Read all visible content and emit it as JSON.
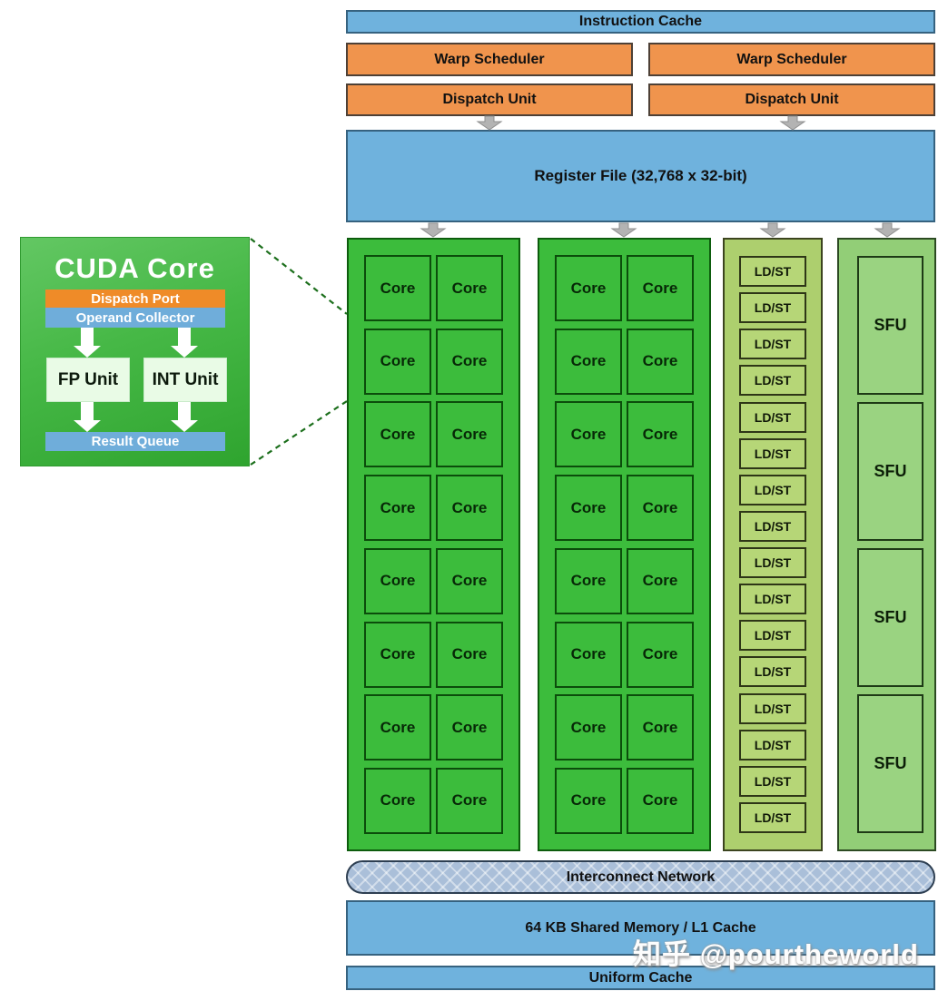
{
  "sm_diagram": {
    "instruction_cache": "Instruction Cache",
    "warp_scheduler": "Warp Scheduler",
    "dispatch_unit": "Dispatch Unit",
    "register_file": "Register File (32,768 x 32-bit)",
    "core_label": "Core",
    "ldst_label": "LD/ST",
    "sfu_label": "SFU",
    "interconnect": "Interconnect Network",
    "shared_memory": "64 KB Shared Memory / L1 Cache",
    "uniform_cache": "Uniform Cache",
    "counts": {
      "cores_per_column": 16,
      "core_columns": 2,
      "ldst_units": 16,
      "sfu_units": 4
    }
  },
  "cuda_core_detail": {
    "title": "CUDA Core",
    "dispatch_port": "Dispatch Port",
    "operand_collector": "Operand Collector",
    "fp_unit": "FP Unit",
    "int_unit": "INT Unit",
    "result_queue": "Result Queue"
  },
  "watermark": "知乎 @pourtheworld",
  "colors": {
    "blue_bar": "#6fb2dd",
    "orange_bar": "#f0944d",
    "core_green": "#3cbc3c",
    "ldst_green": "#adcf6e",
    "sfu_green": "#92ce77",
    "interconnect_bg": "#aabfd9",
    "cuda_box_green": "#46b846",
    "arrow_gray": "#b3b3b3",
    "dashed_line_green": "#1c6f1c"
  }
}
